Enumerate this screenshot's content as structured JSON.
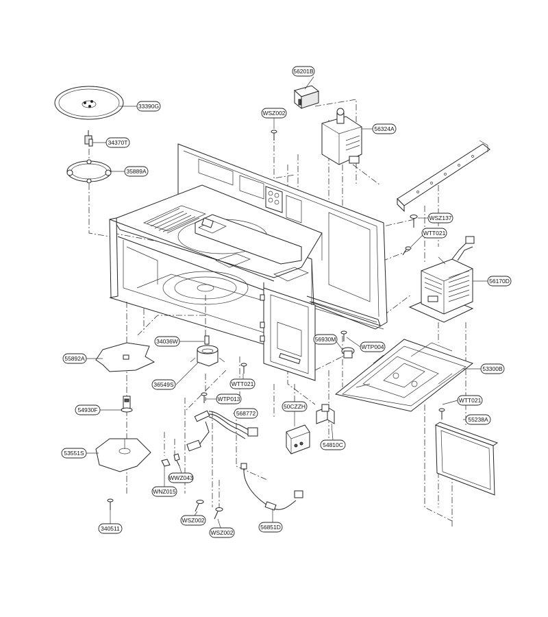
{
  "part_labels": {
    "p56201B": "56201B",
    "p33390G": "33390G",
    "pWSZ002_top": "WSZ002",
    "p56324A": "56324A",
    "p34370T": "34370T",
    "p35889A": "35889A",
    "pWSZ137": "WSZ137",
    "pWTT021_a": "WTT021",
    "p56170D": "56170D",
    "p34036W": "34036W",
    "p56930M": "56930M",
    "pWTP004": "WTP004",
    "p55892A": "55892A",
    "p53300B": "53300B",
    "p36549S": "36549S",
    "pWTT021_b": "WTT021",
    "pWTP013": "WTP013",
    "p50CZZH": "50CZZH",
    "pWTT021_c": "WTT021",
    "p54930F": "54930F",
    "p568772": "568772",
    "p55238A": "55238A",
    "p54810C": "54810C",
    "p53551S": "53551S",
    "pWWZ043": "WWZ043",
    "pWNZ015": "WNZ015",
    "pWSZ002_b": "WSZ002",
    "pWSZ002_c": "WSZ002",
    "p56851D": "56851D",
    "p340511": "340511"
  }
}
